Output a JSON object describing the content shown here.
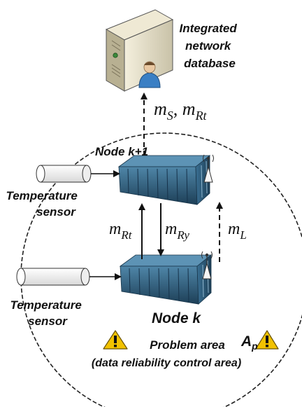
{
  "database": {
    "label_lines": [
      "Integrated",
      "network",
      "database"
    ]
  },
  "messages": {
    "to_database": "m",
    "to_database_sub1": "S",
    "to_database_sep": ", ",
    "to_database_sub2": "Rt",
    "up_label": "m",
    "up_label_sub": "Rt",
    "down_label": "m",
    "down_label_sub": "Ry",
    "relay_label": "m",
    "relay_label_sub": "L"
  },
  "nodes": {
    "upper": "Node k+1",
    "lower": "Node k"
  },
  "sensors": {
    "upper_lines": [
      "Temperature",
      "sensor"
    ],
    "lower_lines": [
      "Temperature",
      "sensor"
    ]
  },
  "area": {
    "symbol": "A",
    "symbol_sub": "p",
    "line1": "Problem area",
    "line2": "(data reliability control area)"
  },
  "colors": {
    "container_dark": "#1d3f57",
    "container_mid": "#2d5c7c",
    "container_light": "#4f86a8",
    "server_body": "#e6e0cc",
    "warning_yellow": "#f2c200",
    "area_border": "#222222"
  }
}
